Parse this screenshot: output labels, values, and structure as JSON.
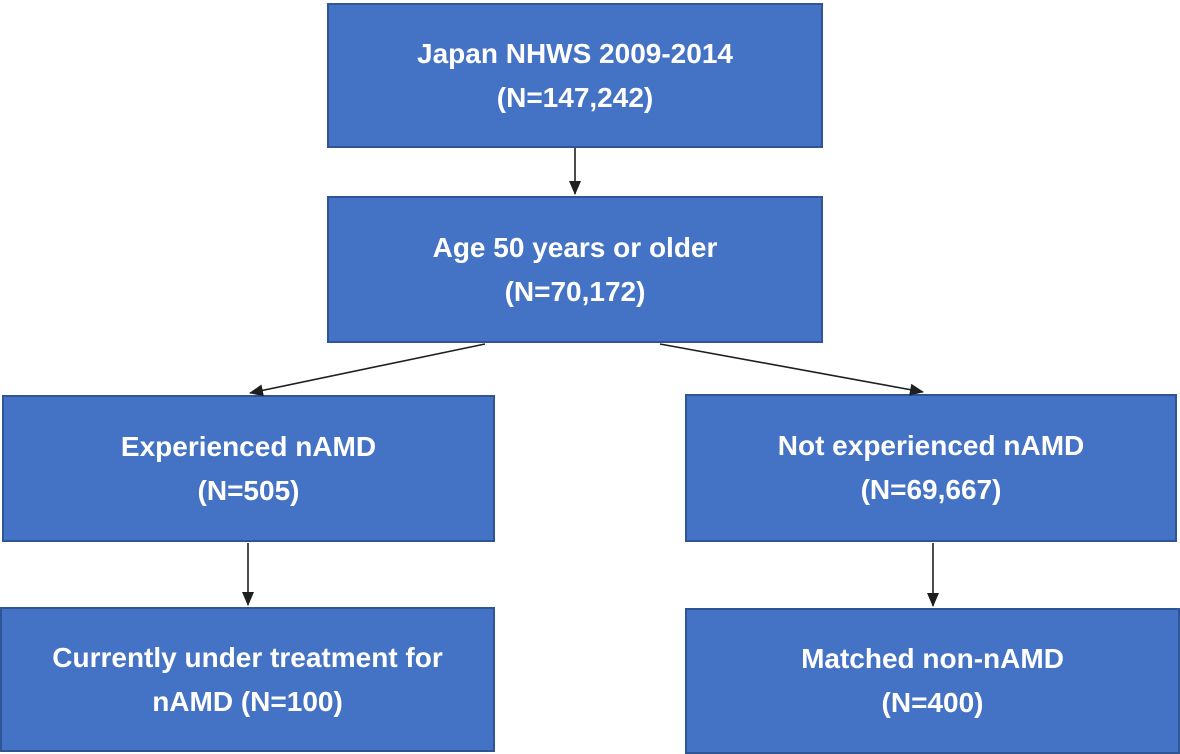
{
  "figure": {
    "type": "study-flow-diagram",
    "description": "Participant selection flowchart, Japan NHWS nAMD study"
  },
  "colors": {
    "box_fill": "#4472C4",
    "box_border": "#2F5597",
    "box_text": "#FFFFFF",
    "arrow": "#1F1F1F"
  },
  "nodes": [
    {
      "id": "source",
      "line1": "Japan NHWS 2009-2014",
      "line2": "(N=147,242)",
      "n": 147242
    },
    {
      "id": "age-filter",
      "line1": "Age 50 years or older",
      "line2": "(N=70,172)",
      "n": 70172
    },
    {
      "id": "experienced",
      "line1": "Experienced nAMD",
      "line2": "(N=505)",
      "n": 505
    },
    {
      "id": "not-experienced",
      "line1": "Not experienced nAMD",
      "line2": "(N=69,667)",
      "n": 69667
    },
    {
      "id": "treatment",
      "line1": "Currently under treatment for",
      "line2": "nAMD (N=100)",
      "n": 100
    },
    {
      "id": "matched",
      "line1": "Matched non-nAMD",
      "line2": "(N=400)",
      "n": 400
    }
  ],
  "edges": [
    {
      "from": "source",
      "to": "age-filter"
    },
    {
      "from": "age-filter",
      "to": "experienced"
    },
    {
      "from": "age-filter",
      "to": "not-experienced"
    },
    {
      "from": "experienced",
      "to": "treatment"
    },
    {
      "from": "not-experienced",
      "to": "matched"
    }
  ]
}
